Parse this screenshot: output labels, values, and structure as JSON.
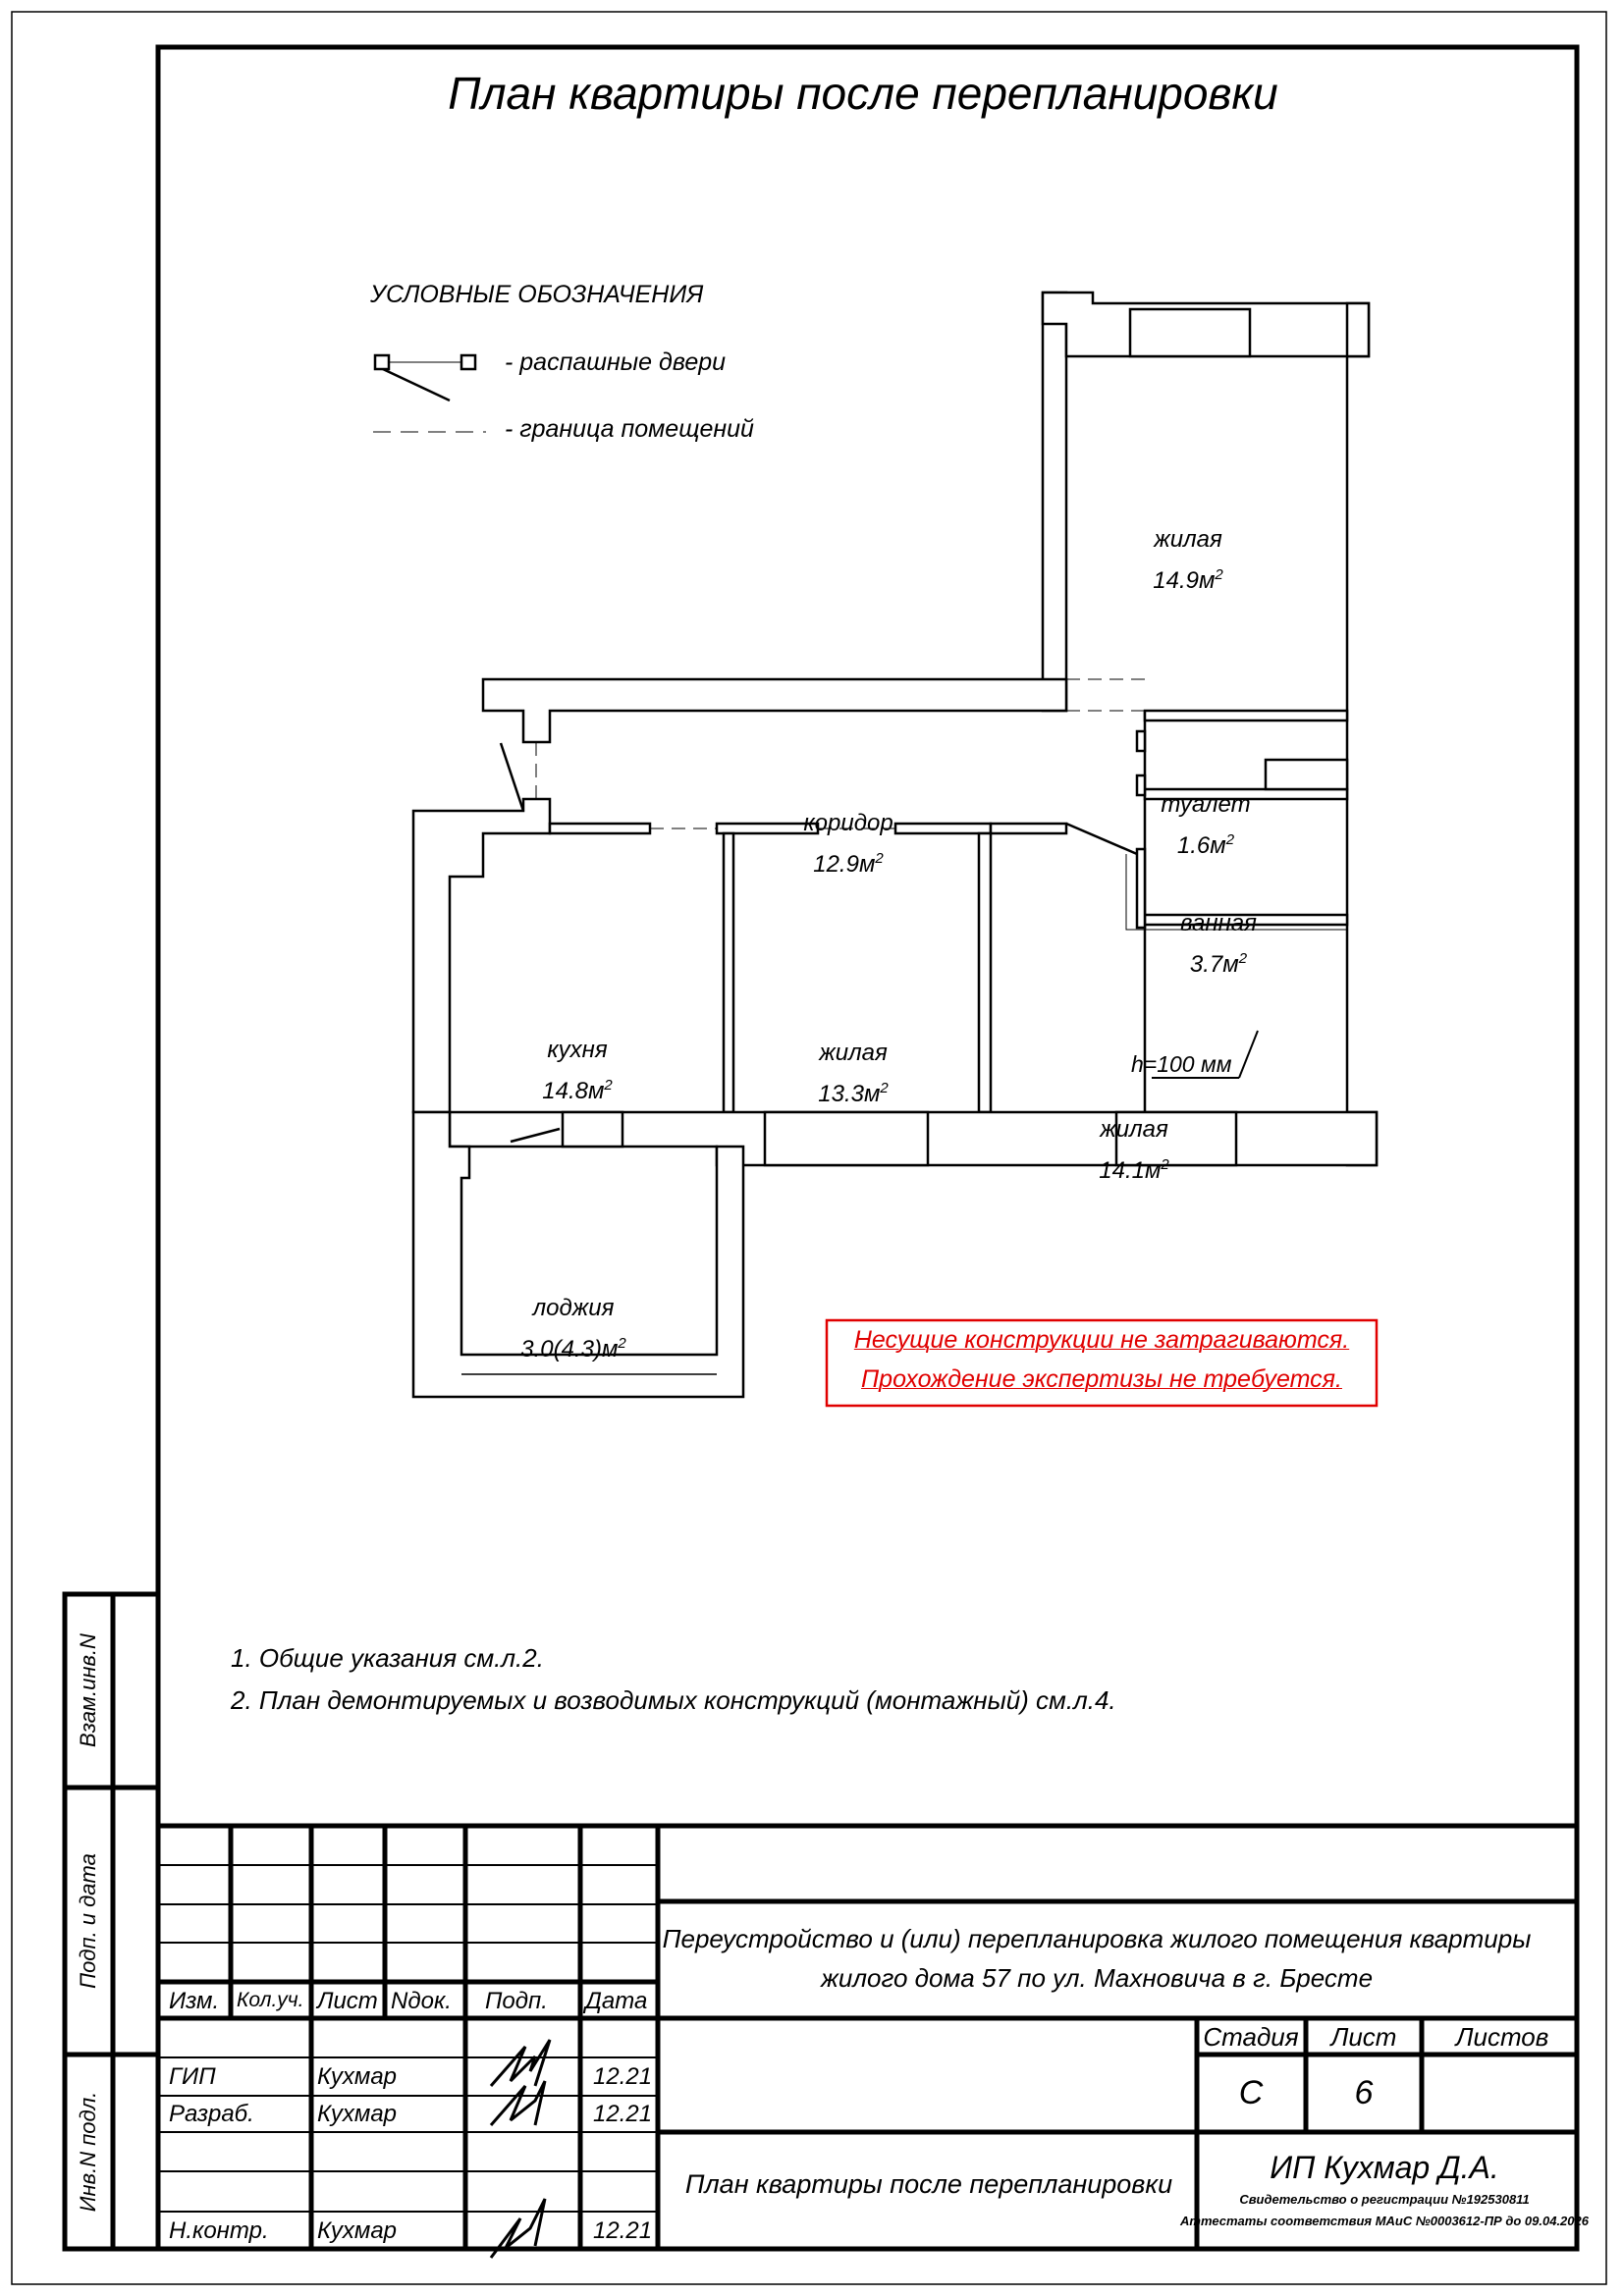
{
  "title": "План квартиры после перепланировки",
  "legend": {
    "heading": "УСЛОВНЫЕ ОБОЗНАЧЕНИЯ",
    "doors": "- распашные двери",
    "boundary": "- граница помещений"
  },
  "rooms": [
    {
      "name": "жилая",
      "area": "14.9м",
      "sup": "2"
    },
    {
      "name": "коридор",
      "area": "12.9м",
      "sup": "2"
    },
    {
      "name": "туалет",
      "area": "1.6м",
      "sup": "2"
    },
    {
      "name": "ванная",
      "area": "3.7м",
      "sup": "2"
    },
    {
      "name": "кухня",
      "area": "14.8м",
      "sup": "2"
    },
    {
      "name": "жилая",
      "area": "13.3м",
      "sup": "2"
    },
    {
      "name": "жилая",
      "area": "14.1м",
      "sup": "2"
    },
    {
      "name": "лоджия",
      "area": "3.0(4.3)м",
      "sup": "2"
    }
  ],
  "height_note": "h=100 мм",
  "red_note": {
    "line1": "Несущие конструкции не затрагиваются.",
    "line2": "Прохождение экспертизы не требуется.",
    "color": "#e00000"
  },
  "notes": [
    "1.  Общие указания см.л.2.",
    "2.  План демонтируемых и возводимых конструкций (монтажный) см.л.4."
  ],
  "side_labels": [
    "Взам.инв.N",
    "Подп. и дата",
    "Инв.N подл."
  ],
  "title_block": {
    "headers": [
      "Изм.",
      "Кол.уч.",
      "Лист",
      "Nдок.",
      "Подп.",
      "Дата"
    ],
    "rows": [
      {
        "role": "ГИП",
        "name": "Кухмар",
        "date": "12.21"
      },
      {
        "role": "Разраб.",
        "name": "Кухмар",
        "date": "12.21"
      },
      {
        "role": "Н.контр.",
        "name": "Кухмар",
        "date": "12.21"
      }
    ],
    "project_line1": "Переустройство и (или) перепланировка жилого помещения квартиры",
    "project_line2": "жилого дома 57 по ул. Махновича в г. Бресте",
    "stage_label": "Стадия",
    "sheet_label": "Лист",
    "sheets_label": "Листов",
    "stage": "С",
    "sheet": "6",
    "sheet_title": "План квартиры после перепланировки",
    "company": "ИП Кухмар Д.А.",
    "cert1": "Свидетельство о регистрации №192530811",
    "cert2": "Аттестаты соответствия МАиС №0003612-ПР до 09.04.2026"
  }
}
